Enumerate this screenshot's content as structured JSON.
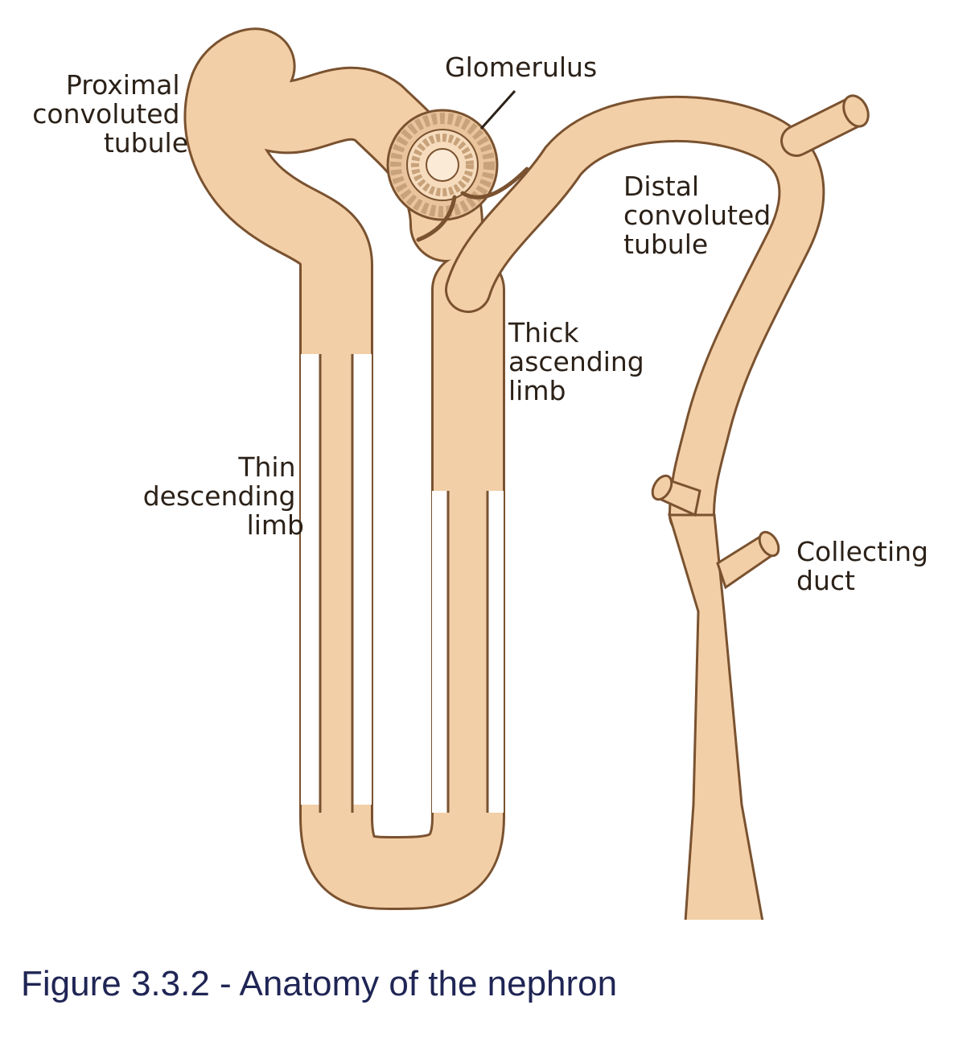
{
  "diagram": {
    "labels": {
      "proximal_convoluted_tubule": [
        "Proximal",
        "convoluted",
        "tubule"
      ],
      "glomerulus": [
        "Glomerulus"
      ],
      "distal_convoluted_tubule": [
        "Distal",
        "convoluted",
        "tubule"
      ],
      "thick_ascending_limb": [
        "Thick",
        "ascending",
        "limb"
      ],
      "thin_descending_limb": [
        "Thin",
        "descending",
        "limb"
      ],
      "collecting_duct": [
        "Collecting",
        "duct"
      ]
    },
    "colors": {
      "tubule_fill": "#f3cfa7",
      "tubule_highlight": "#fae4cb",
      "outline": "#7a5230",
      "glomerulus_ring": "#c8a27a",
      "label_text": "#2b2118"
    }
  },
  "caption": "Figure 3.3.2 - Anatomy of the nephron"
}
